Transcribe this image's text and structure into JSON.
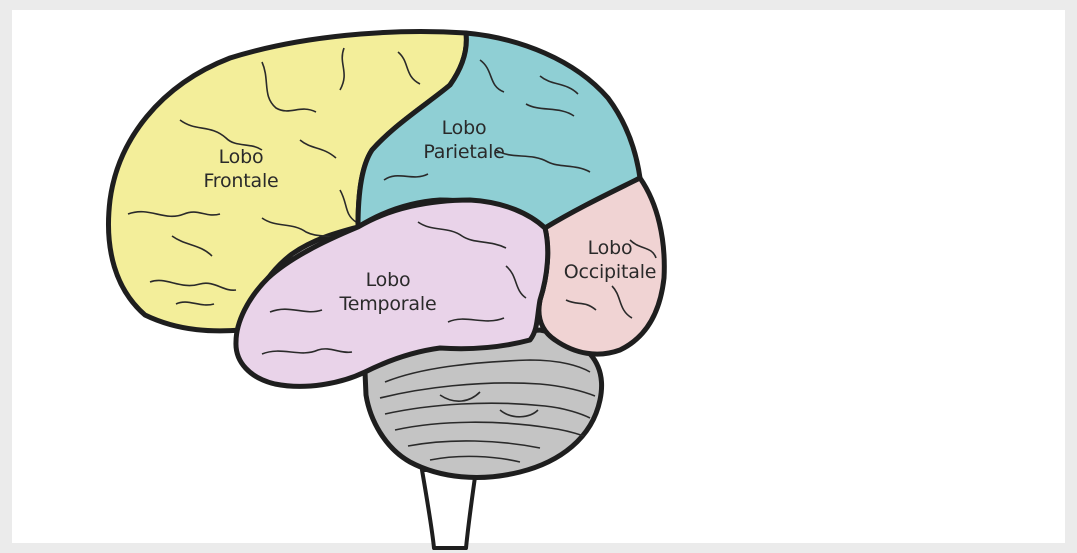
{
  "labels": {
    "frontal": {
      "line1": "Lobo",
      "line2": "Frontale"
    },
    "parietal": {
      "line1": "Lobo",
      "line2": "Parietale"
    },
    "occipital": {
      "line1": "Lobo",
      "line2": "Occipitale"
    },
    "temporal": {
      "line1": "Lobo",
      "line2": "Temporale"
    }
  },
  "colors": {
    "frontal": "#f3ee9a",
    "parietal": "#8fcfd4",
    "occipital": "#f0d3d3",
    "temporal": "#e9d3e9",
    "cerebellum": "#c4c4c4",
    "outline": "#1e1e1e",
    "panel": "#ffffff",
    "page": "#ebebeb"
  }
}
